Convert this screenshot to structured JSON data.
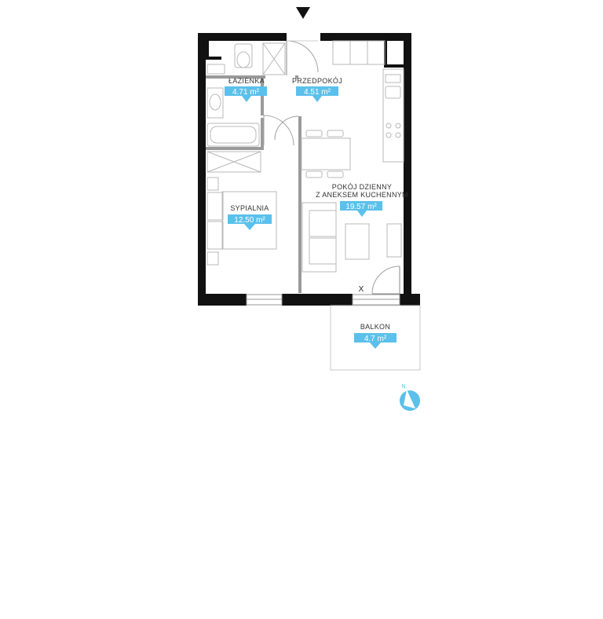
{
  "rooms": {
    "lazienka": {
      "name": "ŁAZIENKA",
      "area": "4.71 m²"
    },
    "przedpokoj": {
      "name": "PRZEDPOKÓJ",
      "area": "4.51 m²"
    },
    "sypialnia": {
      "name": "SYPIALNIA",
      "area": "12.50 m²"
    },
    "pokoj": {
      "name_line1": "POKÓJ DZIENNY",
      "name_line2": "Z ANEKSEM KUCHENNYM",
      "area": "19.57 m²"
    },
    "balkon": {
      "name": "BALKON",
      "area": "4.7 m²"
    }
  },
  "marker": "X",
  "compass": {
    "label": "N"
  },
  "colors": {
    "accent": "#5bc0eb",
    "wall": "#111111",
    "inner_wall": "#9a9a9a",
    "furniture": "#b8b8b8"
  },
  "icons": {
    "entrance": "entrance-arrow-icon",
    "compass": "compass-icon"
  }
}
